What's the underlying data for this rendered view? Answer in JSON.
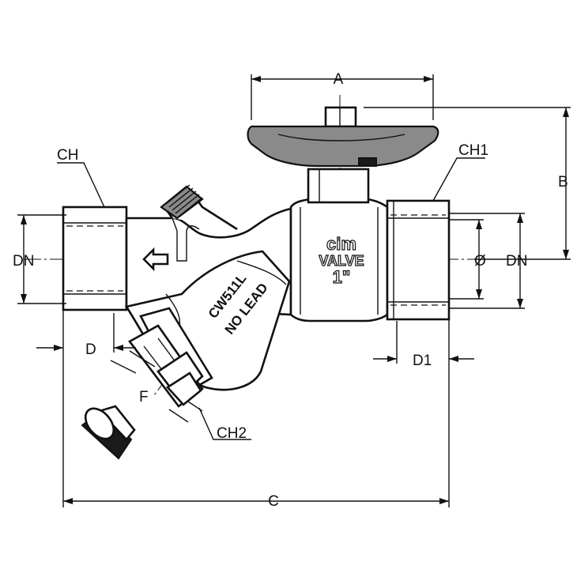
{
  "dimension_labels": {
    "a": "A",
    "b": "B",
    "c": "C",
    "ch": "CH",
    "ch1": "CH1",
    "ch2": "CH2",
    "d": "D",
    "d1": "D1",
    "dn_left": "DN",
    "dn_right": "DN",
    "diameter": "Ø",
    "f": "F"
  },
  "valve_markings": {
    "brand": "cim",
    "type": "VALVE",
    "size": "1\"",
    "material": "CW511L",
    "lead_free": "NO LEAD"
  }
}
